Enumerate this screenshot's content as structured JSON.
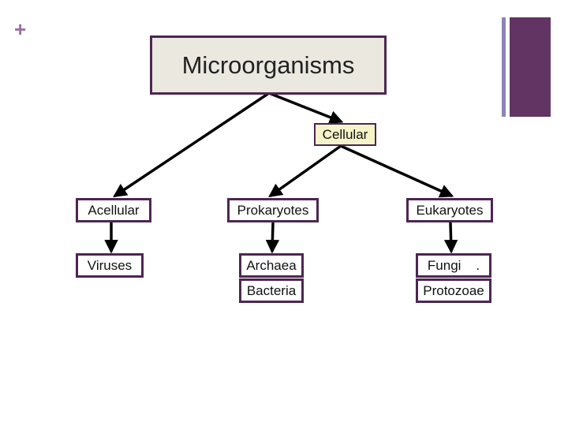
{
  "decor": {
    "plus_mark": "+",
    "bar_thin_color": "#8a84b8",
    "bar_thick_color": "#613464",
    "node_border_color": "#4d2651",
    "arrow_color": "#000000"
  },
  "nodes": {
    "root": "Microorganisms",
    "cellular": "Cellular",
    "acellular": "Acellular",
    "prokaryotes": "Prokaryotes",
    "eukaryotes": "Eukaryotes",
    "viruses": "Viruses",
    "archaea": "Archaea",
    "bacteria": "Bacteria",
    "fungi": "Fungi    .",
    "protozoae": "Protozoae"
  },
  "edges": [
    {
      "from": "root",
      "to": "acellular"
    },
    {
      "from": "root",
      "to": "cellular"
    },
    {
      "from": "cellular",
      "to": "prokaryotes"
    },
    {
      "from": "cellular",
      "to": "eukaryotes"
    },
    {
      "from": "acellular",
      "to": "viruses"
    },
    {
      "from": "prokaryotes",
      "to": "archaea"
    },
    {
      "from": "eukaryotes",
      "to": "fungi"
    }
  ]
}
